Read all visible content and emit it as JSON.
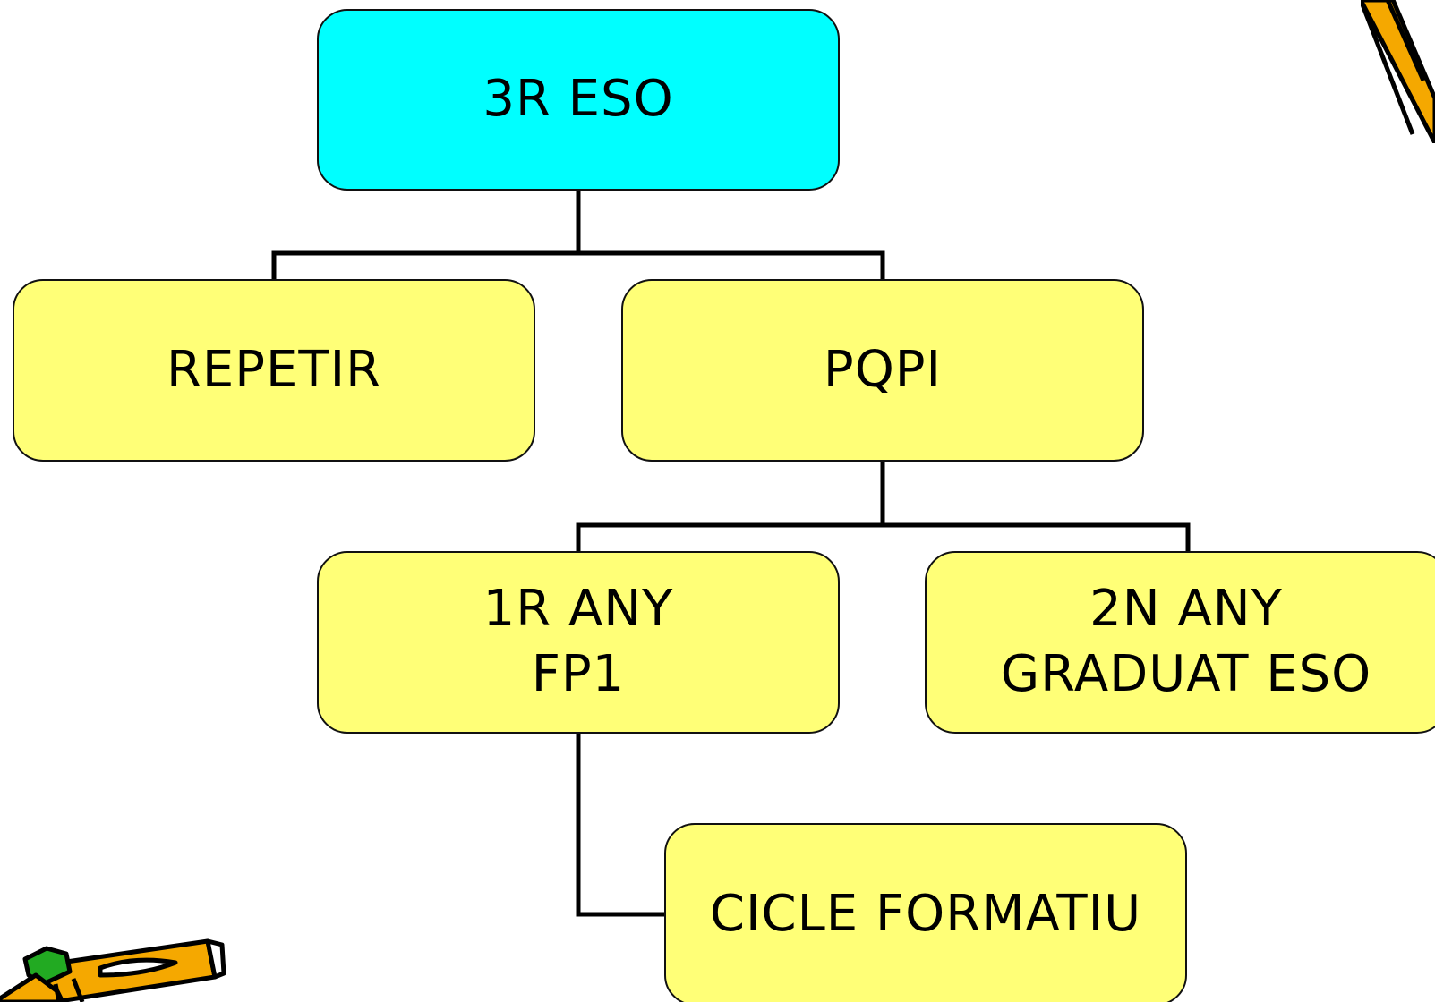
{
  "diagram": {
    "root": {
      "label": "3R ESO"
    },
    "level1": [
      {
        "label": "REPETIR"
      },
      {
        "label": "PQPI"
      }
    ],
    "level2": [
      {
        "lines": [
          "1R ANY",
          "FP1"
        ]
      },
      {
        "lines": [
          "2N ANY",
          "GRADUAT ESO"
        ]
      }
    ],
    "level3": [
      {
        "label": "CICLE FORMATIU"
      }
    ]
  },
  "colors": {
    "root_fill": "#00ffff",
    "node_fill": "#ffff77",
    "border": "#111111",
    "connector": "#000000",
    "pencil_body": "#f5a800",
    "pencil_eraser": "#22aa22"
  },
  "decorations": {
    "bottom_left": "pencil-clipart-icon",
    "top_right": "pencil-clipart-icon"
  }
}
